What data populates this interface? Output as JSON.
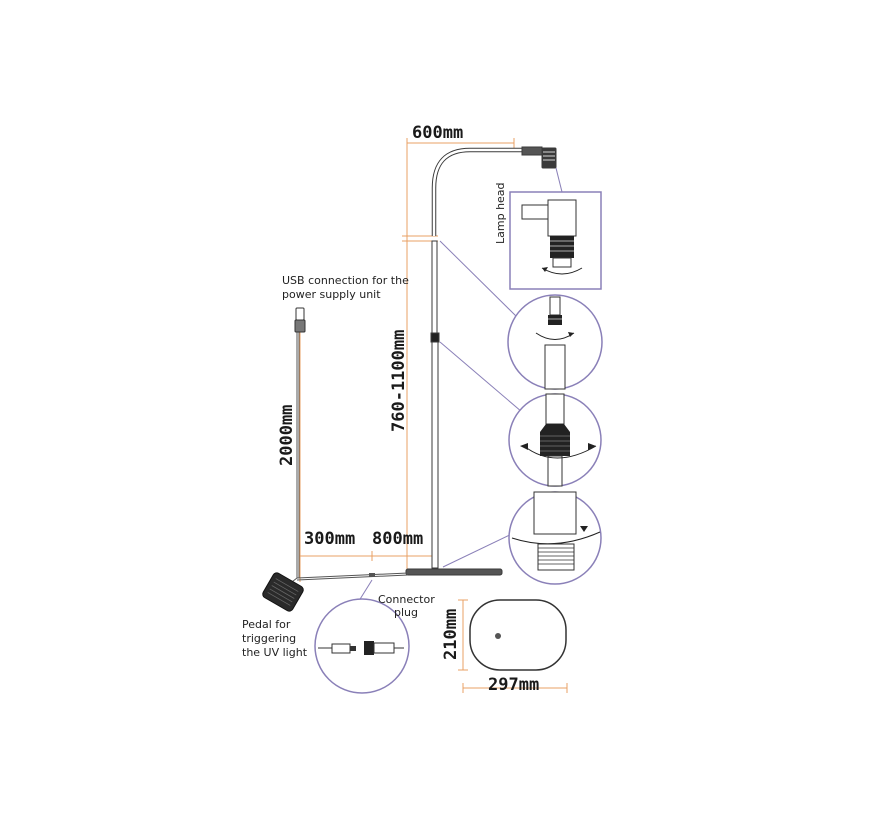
{
  "colors": {
    "accent_purple": "#8a80b8",
    "dimension_orange": "#e8a064",
    "line": "#3a3a3a"
  },
  "dimensions": {
    "arm_reach": "600mm",
    "height_range": "760-1100mm",
    "usb_cable": "2000mm",
    "pedal_cable": "300mm",
    "base_cable": "800mm",
    "base_depth": "210mm",
    "base_width": "297mm"
  },
  "labels": {
    "usb_line1": "USB connection for the",
    "usb_line2": "power supply unit",
    "lamp_head": "Lamp head",
    "connector_line1": "Connector",
    "connector_line2": "plug",
    "pedal_line1": "Pedal for",
    "pedal_line2": "triggering",
    "pedal_line3": "the UV light"
  }
}
